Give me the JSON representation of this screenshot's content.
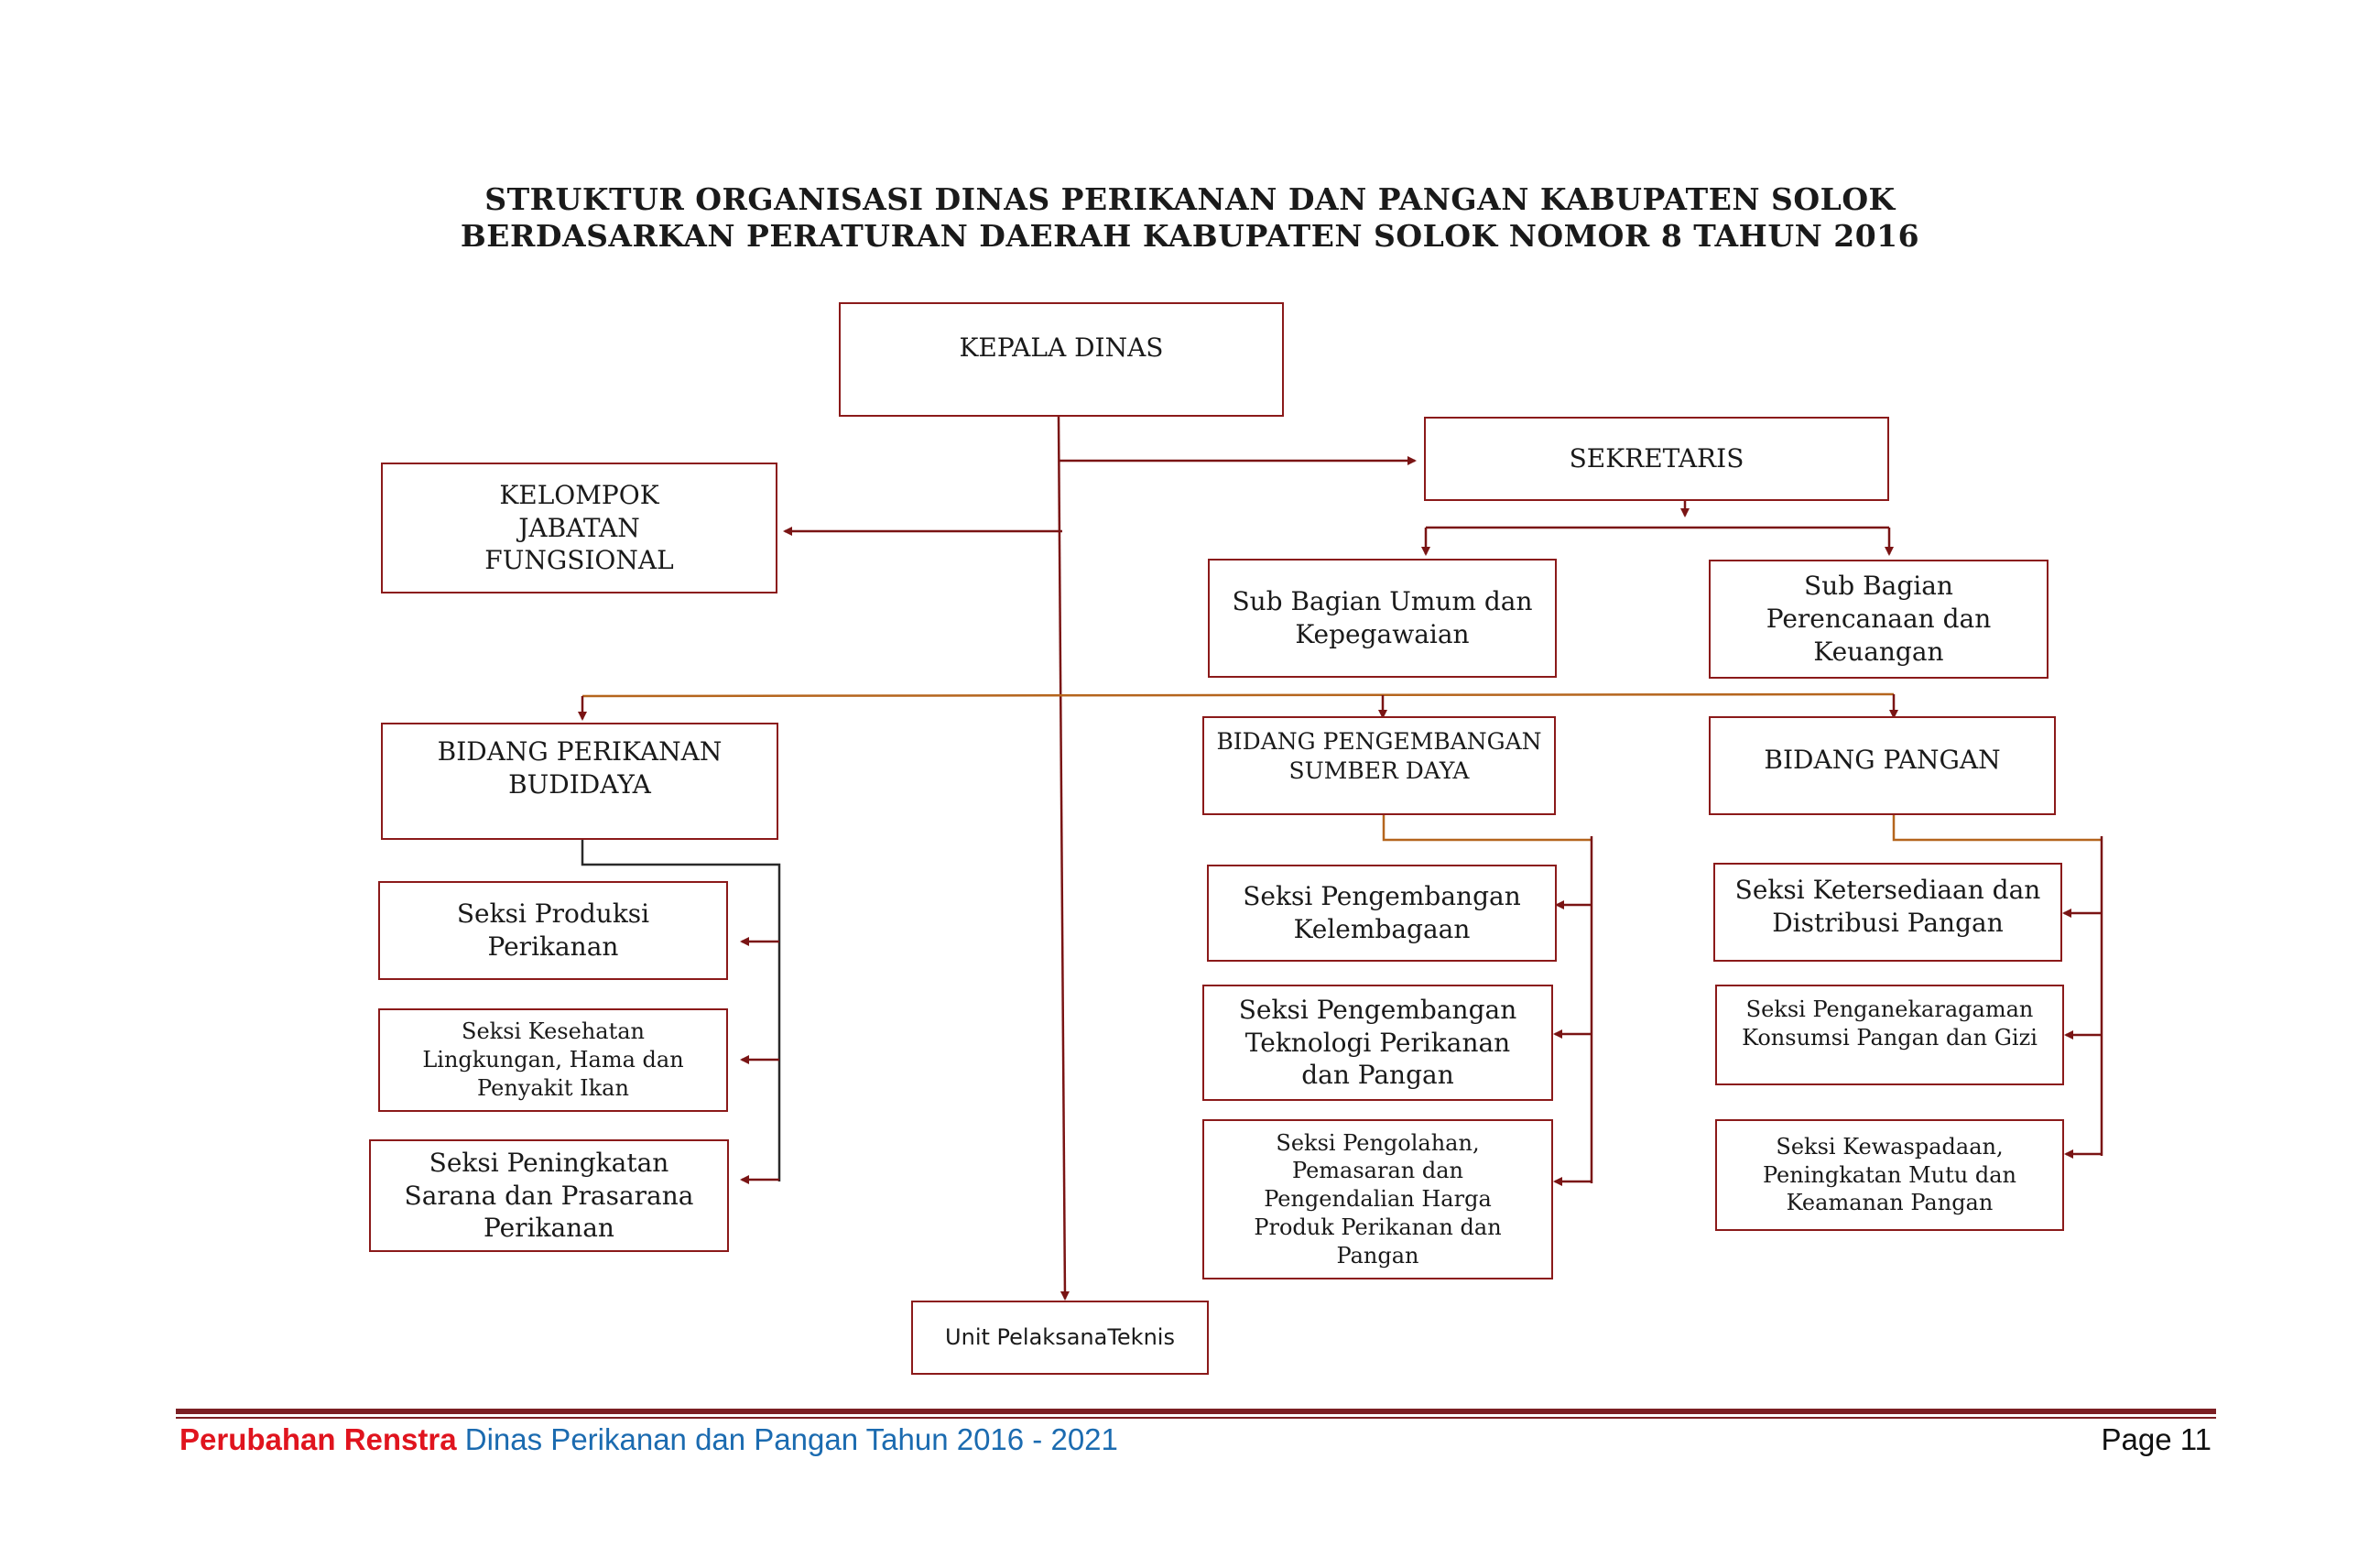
{
  "title": {
    "line1": "STRUKTUR ORGANISASI DINAS PERIKANAN DAN PANGAN KABUPATEN SOLOK",
    "line2": "BERDASARKAN PERATURAN DAERAH KABUPATEN SOLOK NOMOR 8 TAHUN 2016"
  },
  "boxes": {
    "kepala_dinas": "KEPALA DINAS",
    "sekretaris": "SEKRETARIS",
    "kelompok_jabatan": "KELOMPOK\nJABATAN\nFUNGSIONAL",
    "subbag_umum": "Sub Bagian Umum dan\nKepegawaian",
    "subbag_perencanaan": "Sub Bagian\nPerencanaan dan\nKeuangan",
    "bidang_perikanan": "BIDANG PERIKANAN\nBUDIDAYA",
    "bidang_psd": "BIDANG PENGEMBANGAN\nSUMBER DAYA",
    "bidang_pangan": "BIDANG PANGAN",
    "seksi_produksi": "Seksi Produksi\nPerikanan",
    "seksi_kesehatan": "Seksi Kesehatan\nLingkungan, Hama dan\nPenyakit Ikan",
    "seksi_peningkatan_sarana": "Seksi Peningkatan\nSarana dan Prasarana\nPerikanan",
    "seksi_kelembagaan": "Seksi Pengembangan\nKelembagaan",
    "seksi_teknologi": "Seksi Pengembangan\nTeknologi Perikanan\ndan Pangan",
    "seksi_pengolahan": "Seksi Pengolahan,\nPemasaran dan\nPengendalian Harga\nProduk Perikanan dan\nPangan",
    "seksi_ketersediaan": "Seksi Ketersediaan dan\nDistribusi Pangan",
    "seksi_penganekaragaman": "Seksi Penganekaragaman\nKonsumsi Pangan dan Gizi",
    "seksi_kewaspadaan": "Seksi Kewaspadaan,\nPeningkatan Mutu dan\nKeamanan Pangan",
    "upt": "Unit PelaksanaTeknis"
  },
  "footer": {
    "renstra": "Perubahan Renstra",
    "dinas": "Dinas Perikanan dan Pangan Tahun 2016 - 2021",
    "page": "Page 11"
  },
  "colors": {
    "box_border": "#8b1a1a",
    "connector": "#7a1414",
    "connector_orange": "#b5651d",
    "footer_red": "#e0141e",
    "footer_blue": "#1b6bb0",
    "footer_rule": "#7b1f24"
  }
}
